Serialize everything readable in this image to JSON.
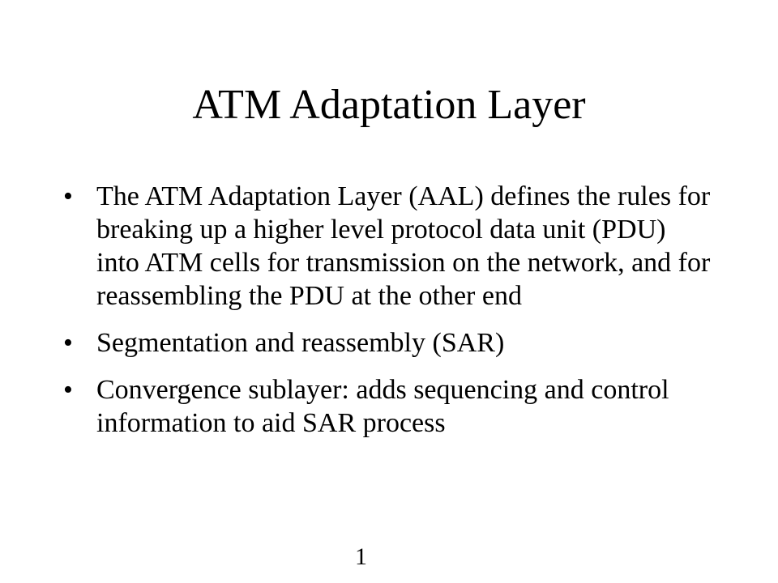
{
  "slide": {
    "title": "ATM Adaptation Layer",
    "bullet_glyph": "•",
    "bullets": [
      "The ATM Adaptation Layer (AAL) defines the rules for breaking up a higher level protocol data unit (PDU) into ATM cells for transmission on the network, and for reassembling the PDU at the other end",
      "Segmentation and reassembly (SAR)",
      "Convergence sublayer: adds sequencing and control information to aid SAR process"
    ],
    "page_number": "1"
  }
}
